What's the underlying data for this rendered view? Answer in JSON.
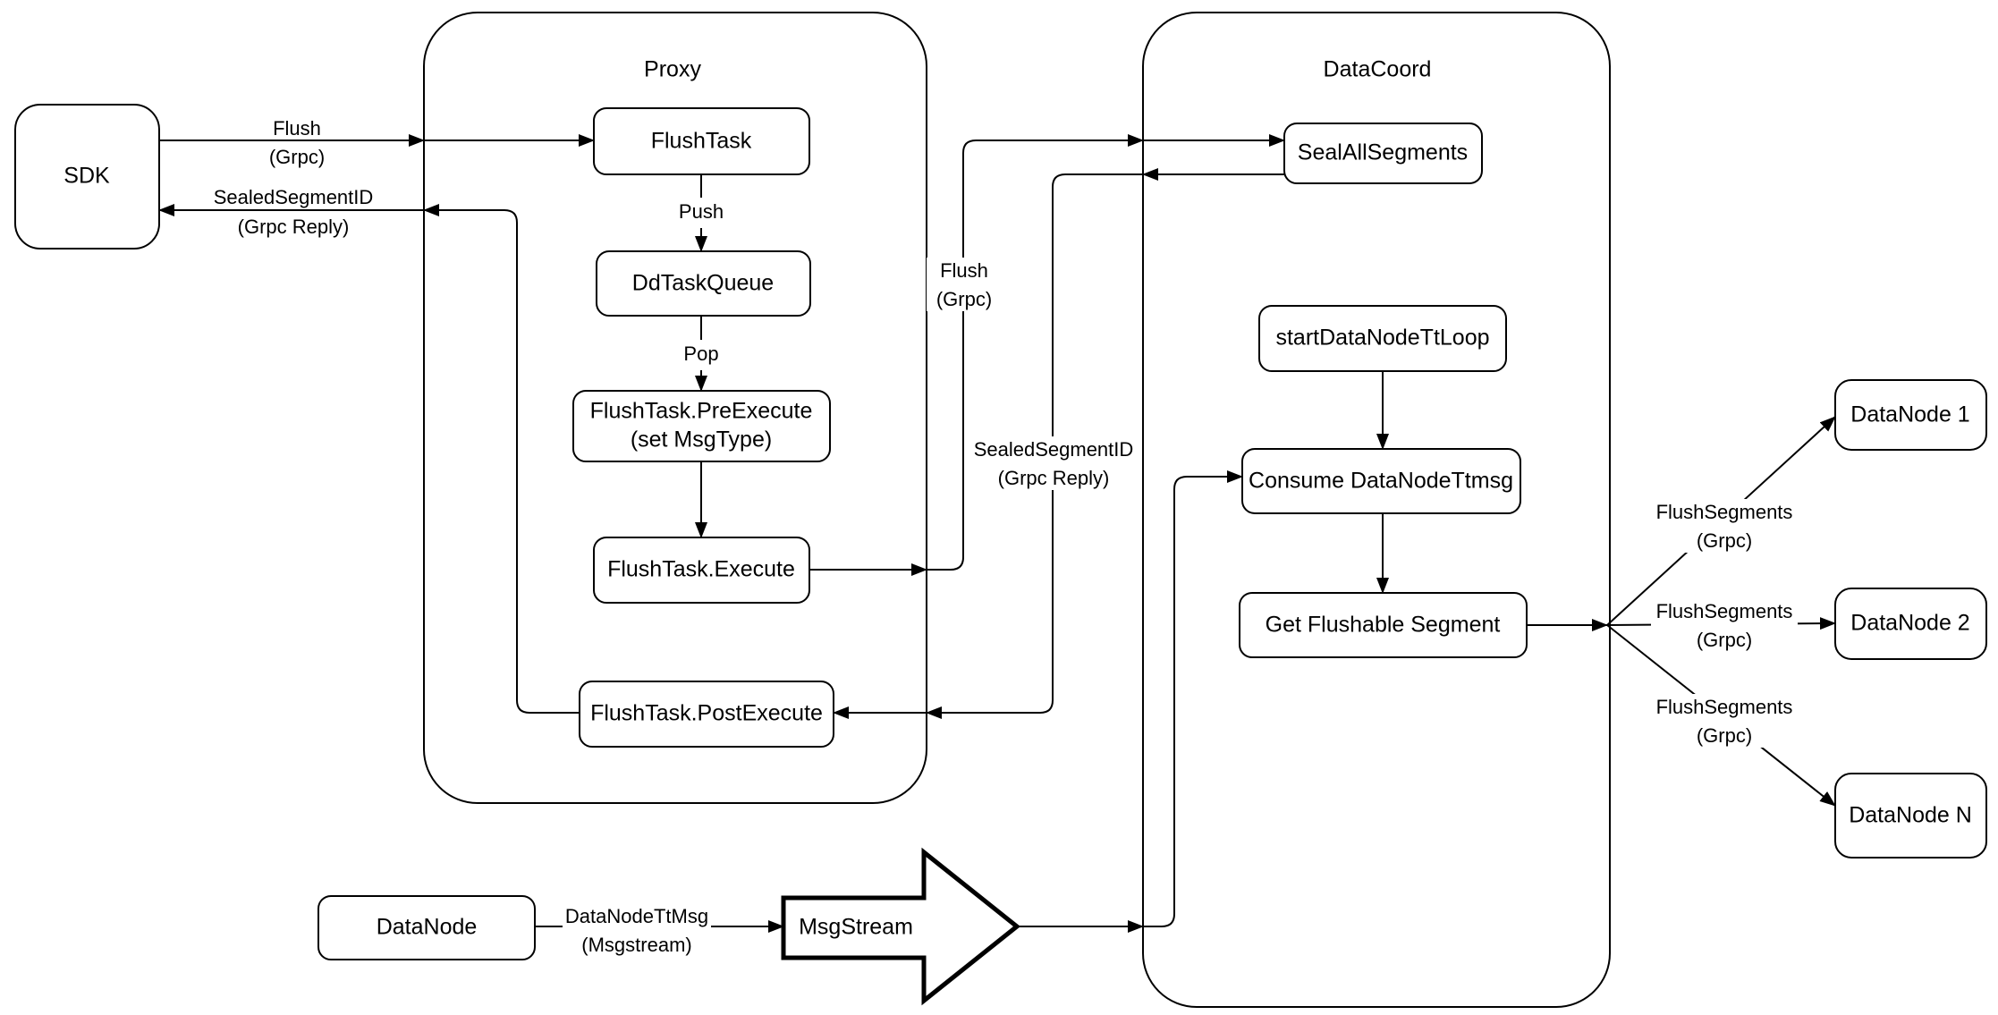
{
  "diagram": {
    "description": "Flush flow diagram: SDK -> Proxy -> DataCoord -> DataNodes",
    "colors": {
      "stroke": "#000000",
      "background": "#ffffff",
      "text": "#000000"
    },
    "containers": [
      {
        "id": "proxy",
        "label": "Proxy"
      },
      {
        "id": "datacoord",
        "label": "DataCoord"
      }
    ],
    "nodes": [
      {
        "id": "sdk",
        "label": "SDK"
      },
      {
        "id": "flush-task",
        "label": "FlushTask"
      },
      {
        "id": "dd-task-queue",
        "label": "DdTaskQueue"
      },
      {
        "id": "flush-task-pre-execute",
        "lines": [
          "FlushTask.PreExecute",
          "(set MsgType)"
        ]
      },
      {
        "id": "flush-task-execute",
        "label": "FlushTask.Execute"
      },
      {
        "id": "flush-task-post-execute",
        "label": "FlushTask.PostExecute"
      },
      {
        "id": "seal-all-segments",
        "label": "SealAllSegments"
      },
      {
        "id": "start-datanode-tt-loop",
        "label": "startDataNodeTtLoop"
      },
      {
        "id": "consume-datanode-ttmsg",
        "label": "Consume DataNodeTtmsg"
      },
      {
        "id": "get-flushable-segment",
        "label": "Get Flushable Segment"
      },
      {
        "id": "datanode-1",
        "label": "DataNode 1"
      },
      {
        "id": "datanode-2",
        "label": "DataNode 2"
      },
      {
        "id": "datanode-n",
        "label": "DataNode N"
      },
      {
        "id": "datanode-bottom",
        "label": "DataNode"
      },
      {
        "id": "msgstream",
        "label": "MsgStream"
      }
    ],
    "edge_labels": [
      {
        "id": "flush-grpc-sdk",
        "lines": [
          "Flush",
          "(Grpc)"
        ]
      },
      {
        "id": "sealed-id-sdk",
        "lines": [
          "SealedSegmentID",
          "(Grpc Reply)"
        ]
      },
      {
        "id": "push",
        "lines": [
          "Push"
        ]
      },
      {
        "id": "pop",
        "lines": [
          "Pop"
        ]
      },
      {
        "id": "flush-grpc-mid",
        "lines": [
          "Flush",
          "(Grpc)"
        ]
      },
      {
        "id": "sealed-id-mid",
        "lines": [
          "SealedSegmentID",
          "(Grpc Reply)"
        ]
      },
      {
        "id": "flush-segments-1",
        "lines": [
          "FlushSegments",
          "(Grpc)"
        ]
      },
      {
        "id": "flush-segments-2",
        "lines": [
          "FlushSegments",
          "(Grpc)"
        ]
      },
      {
        "id": "flush-segments-3",
        "lines": [
          "FlushSegments",
          "(Grpc)"
        ]
      },
      {
        "id": "datanode-tt-msg",
        "lines": [
          "DataNodeTtMsg",
          "(Msgstream)"
        ]
      }
    ],
    "edges": [
      {
        "from": "SDK",
        "to": "FlushTask",
        "label": "Flush (Grpc)"
      },
      {
        "from": "FlushTask",
        "to": "DdTaskQueue",
        "label": "Push"
      },
      {
        "from": "DdTaskQueue",
        "to": "FlushTask.PreExecute (set MsgType)",
        "label": "Pop"
      },
      {
        "from": "FlushTask.PreExecute (set MsgType)",
        "to": "FlushTask.Execute",
        "label": ""
      },
      {
        "from": "FlushTask.Execute",
        "to": "SealAllSegments",
        "label": "Flush (Grpc)"
      },
      {
        "from": "SealAllSegments",
        "to": "FlushTask.PostExecute",
        "label": "SealedSegmentID (Grpc Reply)"
      },
      {
        "from": "FlushTask.PostExecute",
        "to": "SDK",
        "label": "SealedSegmentID (Grpc Reply)"
      },
      {
        "from": "startDataNodeTtLoop",
        "to": "Consume DataNodeTtmsg",
        "label": ""
      },
      {
        "from": "Consume DataNodeTtmsg",
        "to": "Get Flushable Segment",
        "label": ""
      },
      {
        "from": "Get Flushable Segment",
        "to": "DataNode 1",
        "label": "FlushSegments (Grpc)"
      },
      {
        "from": "Get Flushable Segment",
        "to": "DataNode 2",
        "label": "FlushSegments (Grpc)"
      },
      {
        "from": "Get Flushable Segment",
        "to": "DataNode N",
        "label": "FlushSegments (Grpc)"
      },
      {
        "from": "DataNode",
        "to": "MsgStream",
        "label": "DataNodeTtMsg (Msgstream)"
      },
      {
        "from": "MsgStream",
        "to": "Consume DataNodeTtmsg",
        "label": ""
      }
    ]
  }
}
